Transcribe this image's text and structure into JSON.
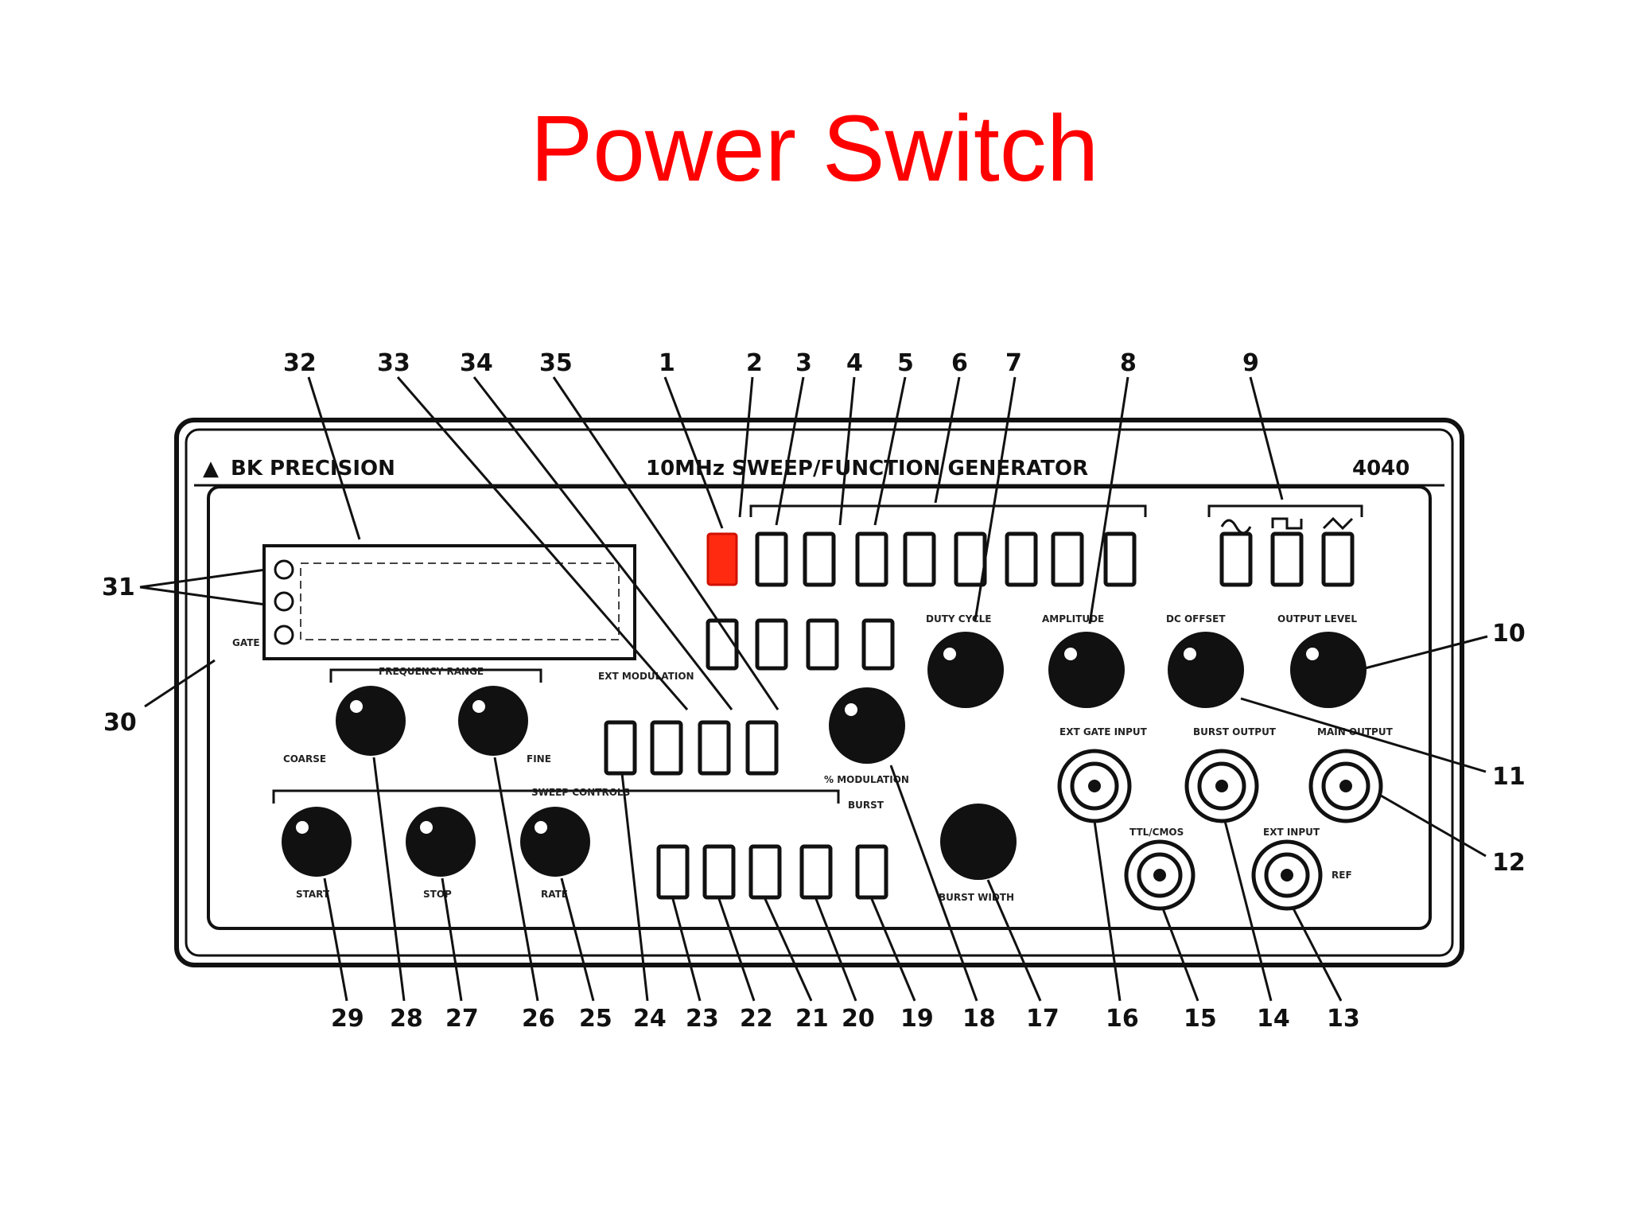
{
  "slide": {
    "title": "Power Switch",
    "title_color": "#ff0000"
  },
  "panel": {
    "brand": "BK PRECISION",
    "model_title": "10MHz SWEEP/FUNCTION GENERATOR",
    "model_number": "4040"
  },
  "labels": {
    "frequency_range": "FREQUENCY RANGE",
    "sweep_controls": "SWEEP CONTROLS",
    "burst": "BURST",
    "modulation": "% MODULATION",
    "ext_modulation": "EXT MODULATION",
    "gate": "GATE",
    "coarse": "COARSE",
    "fine": "FINE",
    "start": "START",
    "stop": "STOP",
    "rate": "RATE",
    "duty_cycle": "DUTY CYCLE",
    "ampl": "AMPLITUDE",
    "dc_offset": "DC OFFSET",
    "output_level": "OUTPUT LEVEL",
    "ext_gate_input": "EXT GATE INPUT",
    "burst_output": "BURST OUTPUT",
    "main_output": "MAIN OUTPUT",
    "ttl_cmos": "TTL/CMOS",
    "ext_input": "EXT INPUT",
    "ref": "REF",
    "burst_width": "BURST WIDTH"
  },
  "callouts": {
    "top": [
      "32",
      "33",
      "34",
      "35",
      "1",
      "2",
      "3",
      "4",
      "5",
      "6",
      "7",
      "8",
      "9"
    ],
    "bottom": [
      "29",
      "28",
      "27",
      "26",
      "25",
      "24",
      "23",
      "22",
      "21",
      "20",
      "19",
      "18",
      "17",
      "16",
      "15",
      "14",
      "13"
    ],
    "left_31": "31",
    "left_30": "30",
    "right_10": "10",
    "right_11": "11",
    "right_12": "12"
  },
  "colors": {
    "highlight": "#ff2a10",
    "ink": "#111111",
    "panel_bg": "#ffffff"
  }
}
